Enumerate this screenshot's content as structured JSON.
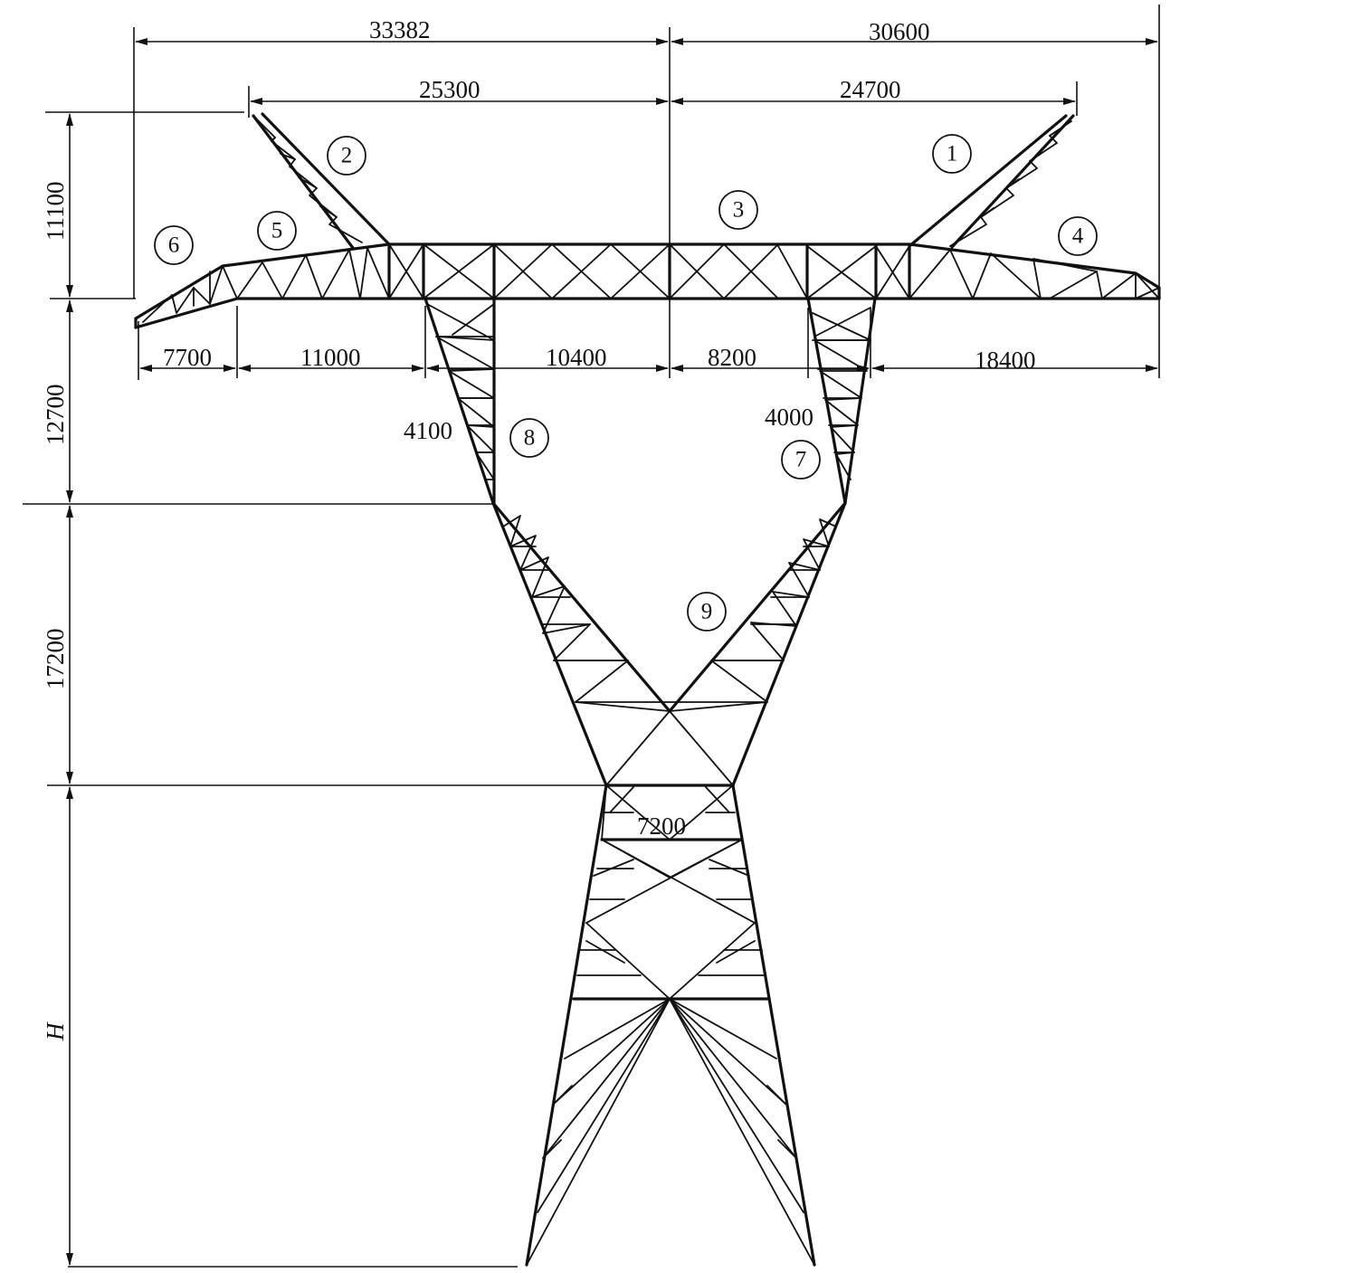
{
  "dimensions": {
    "top_left_overall": "33382",
    "top_right_overall": "30600",
    "upper_left": "25300",
    "upper_right": "24700",
    "cross_7700": "7700",
    "cross_11000": "11000",
    "cross_10400": "10400",
    "cross_8200": "8200",
    "cross_18400": "18400",
    "leg_left_width": "4100",
    "leg_right_width": "4000",
    "waist_width": "7200",
    "height_11100": "11100",
    "height_12700": "12700",
    "height_17200": "17200",
    "height_H": "H"
  },
  "member_labels": [
    "1",
    "2",
    "3",
    "4",
    "5",
    "6",
    "7",
    "8",
    "9"
  ]
}
